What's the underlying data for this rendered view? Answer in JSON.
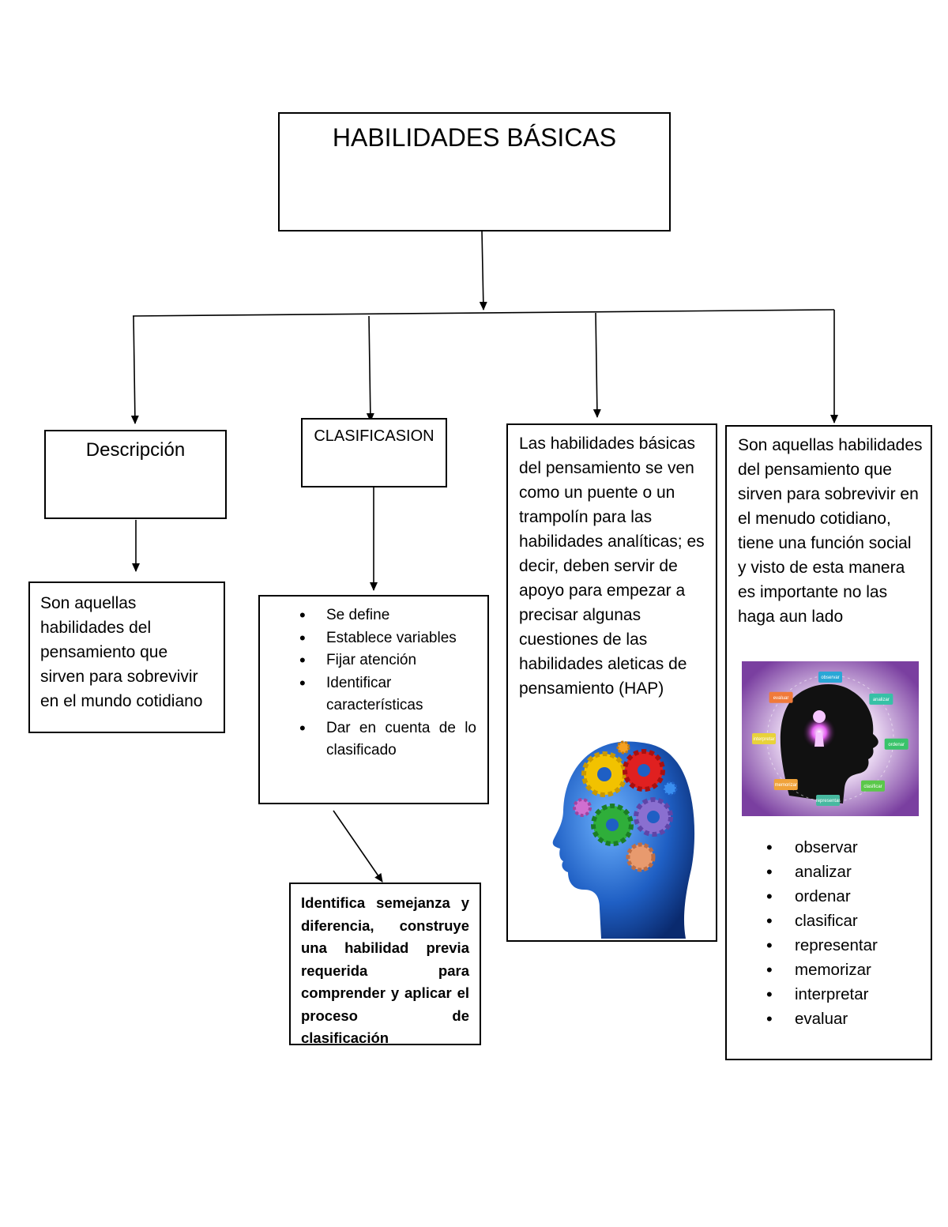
{
  "root": {
    "title": "HABILIDADES BÁSICAS"
  },
  "descripcion": {
    "header": "Descripción",
    "text": "Son aquellas habilidades del pensamiento que sirven para sobrevivir en el mundo cotidiano"
  },
  "clasificacion": {
    "header": "CLASIFICASION",
    "items": [
      "Se define",
      "Establece variables",
      "Fijar atención",
      "Identificar características",
      "Dar en cuenta de lo clasificado"
    ],
    "result": "Identifica semejanza y diferencia, construye una habilidad previa requerida para comprender y aplicar el proceso de clasificación"
  },
  "puente": {
    "text": "Las habilidades básicas del pensamiento se ven como un puente o un trampolín para las habilidades analíticas; es decir, deben servir de apoyo para empezar a precisar algunas cuestiones de las habilidades aleticas de pensamiento (HAP)"
  },
  "social": {
    "text": "Son aquellas habilidades del pensamiento que sirven para sobrevivir en el menudo cotidiano, tiene una función social y visto de esta manera es importante no las haga aun lado",
    "wheel_labels": [
      "observar",
      "analizar",
      "ordenar",
      "clasificar",
      "representar",
      "memorizar",
      "interpretar",
      "evaluar"
    ],
    "items": [
      "observar",
      "analizar",
      "ordenar",
      "clasificar",
      "representar",
      "memorizar",
      "interpretar",
      "evaluar"
    ]
  },
  "colors": {
    "line": "#000000",
    "head_blue": "#1f5fc4",
    "wheel_bg": "#7a3fa0"
  }
}
